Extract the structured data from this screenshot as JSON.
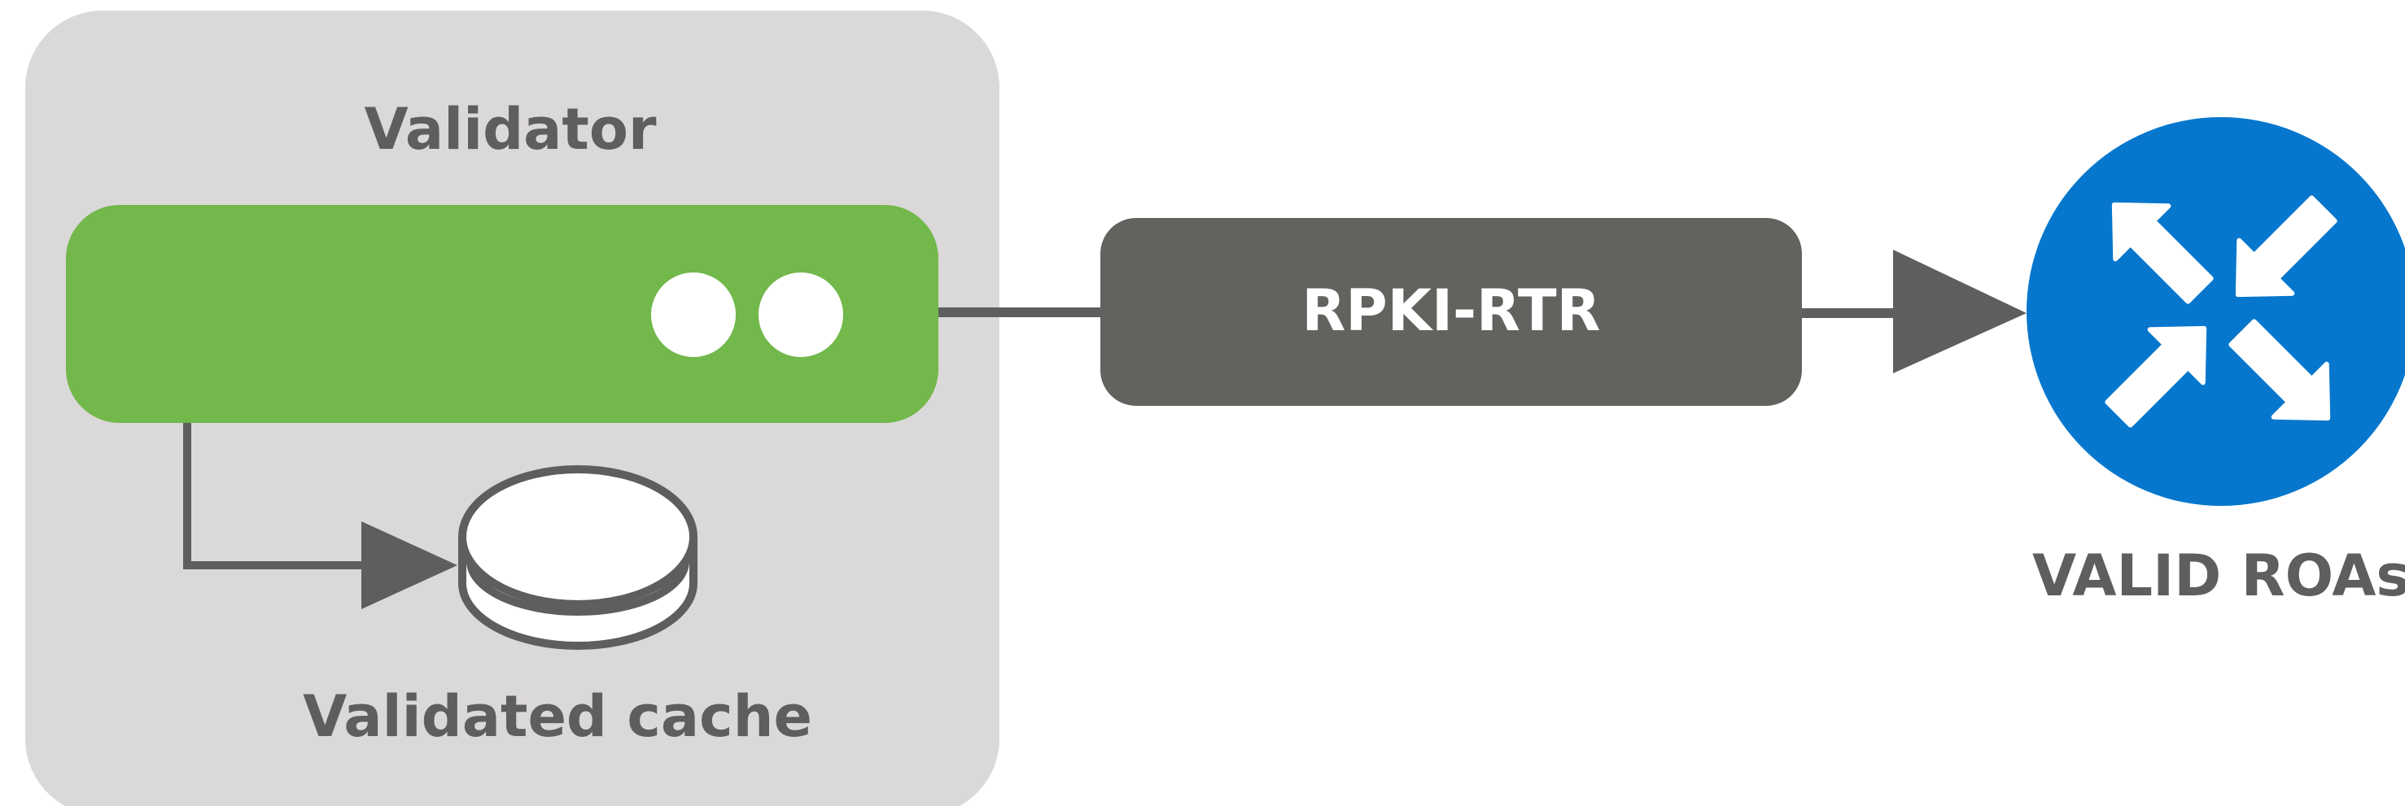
{
  "validator": {
    "title": "Validator",
    "cache_label": "Validated cache"
  },
  "protocol": {
    "label": "RPKI-RTR"
  },
  "router": {
    "label": "VALID ROAs",
    "icon": "router-arrows-icon"
  },
  "colors": {
    "panel": "#dbd8d9",
    "server": "#72b84b",
    "protocol_box": "#62625f",
    "router": "#0677cd",
    "text_dark": "#5e5e5e",
    "text_light": "#ffffff"
  }
}
